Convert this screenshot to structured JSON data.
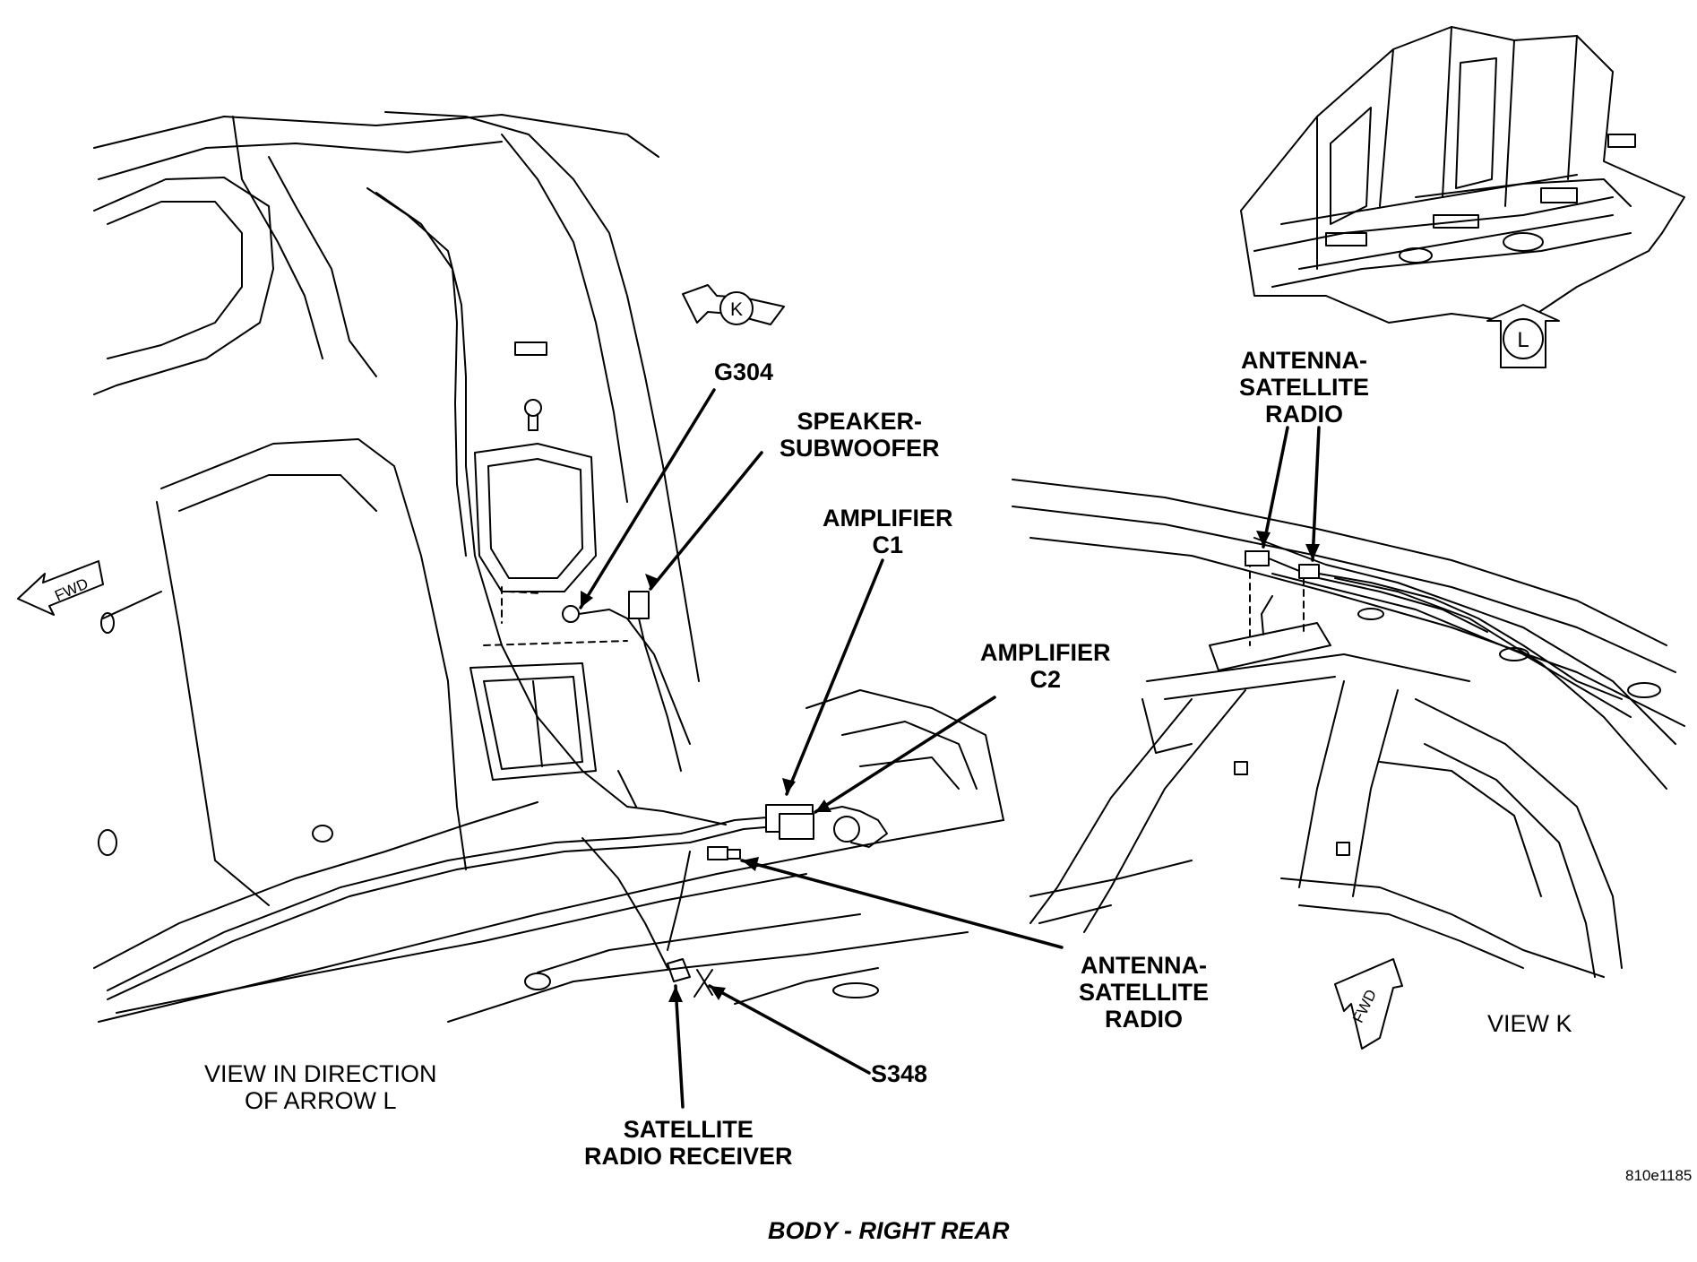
{
  "labels": {
    "g304": [
      "G304"
    ],
    "speaker": [
      "SPEAKER-",
      "SUBWOOFER"
    ],
    "amp_c1": [
      "AMPLIFIER",
      "C1"
    ],
    "amp_c2": [
      "AMPLIFIER",
      "C2"
    ],
    "antenna_left": [
      "ANTENNA-",
      "SATELLITE",
      "RADIO"
    ],
    "antenna_right": [
      "ANTENNA-",
      "SATELLITE",
      "RADIO"
    ],
    "s348": [
      "S348"
    ],
    "receiver": [
      "SATELLITE",
      "RADIO RECEIVER"
    ],
    "view_l": [
      "VIEW IN DIRECTION",
      "OF ARROW L"
    ],
    "view_k": [
      "VIEW K"
    ]
  },
  "markers": {
    "k": "K",
    "l": "L",
    "fwd": "FWD"
  },
  "figure_id": "810e1185",
  "caption": "BODY - RIGHT REAR",
  "colors": {
    "ink": "#000000",
    "paper": "#ffffff"
  }
}
